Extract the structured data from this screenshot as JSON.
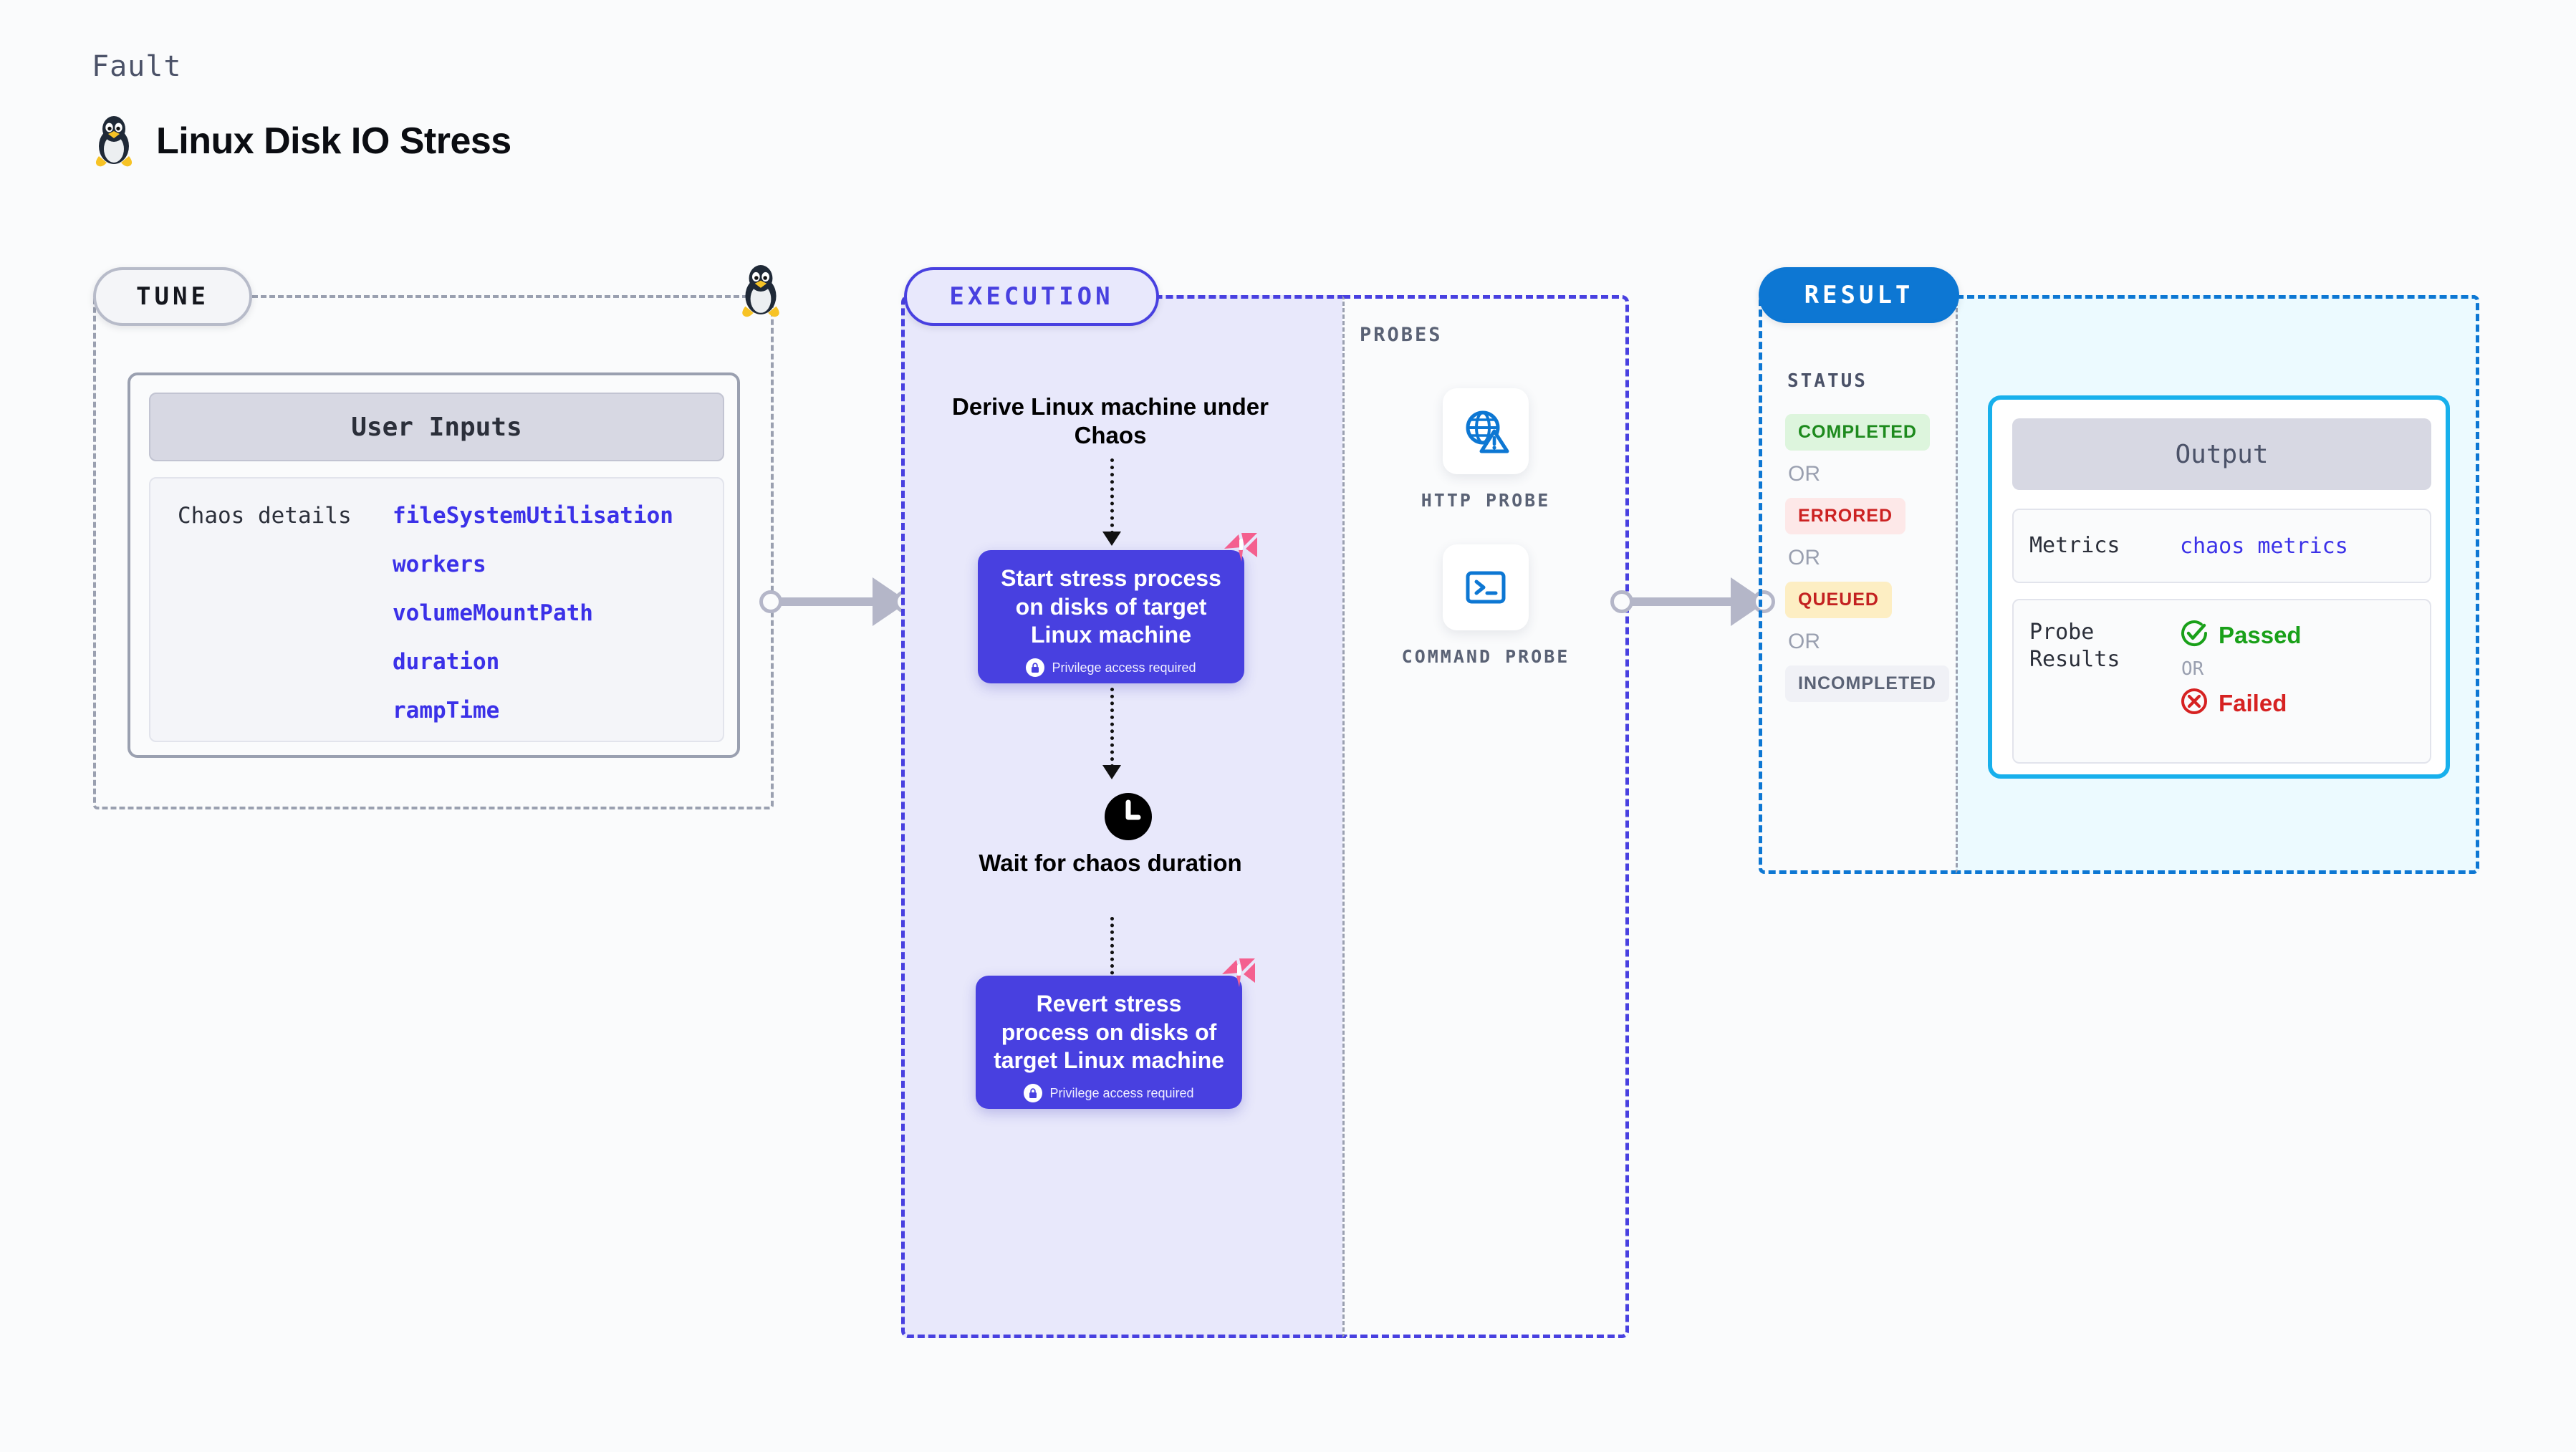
{
  "header": {
    "kicker": "Fault",
    "title": "Linux Disk IO Stress",
    "icon": "linux-tux-icon"
  },
  "tune": {
    "pill_label": "TUNE",
    "card_title": "User Inputs",
    "row_key": "Chaos details",
    "values": [
      "fileSystemUtilisation",
      "workers",
      "volumeMountPath",
      "duration",
      "rampTime"
    ]
  },
  "execution": {
    "pill_label": "EXECUTION",
    "derive_step": "Derive Linux machine under Chaos",
    "start_step": {
      "text": "Start stress process on disks of target Linux machine",
      "privilege_note": "Privilege access required",
      "badge": "litmus-logo-icon"
    },
    "wait_step": {
      "icon": "clock-icon",
      "text": "Wait for chaos duration"
    },
    "revert_step": {
      "text": "Revert stress process on disks of target Linux machine",
      "privilege_note": "Privilege access required",
      "badge": "litmus-logo-icon"
    }
  },
  "probes": {
    "label": "PROBES",
    "items": [
      {
        "icon": "globe-warning-icon",
        "label": "HTTP PROBE"
      },
      {
        "icon": "terminal-icon",
        "label": "COMMAND PROBE"
      }
    ]
  },
  "result": {
    "pill_label": "RESULT",
    "status_label": "STATUS",
    "or_label": "OR",
    "statuses": [
      {
        "label": "COMPLETED",
        "bg": "#ddf5dd",
        "fg": "#1d8a1d"
      },
      {
        "label": "ERRORED",
        "bg": "#fde8e8",
        "fg": "#cc2222"
      },
      {
        "label": "QUEUED",
        "bg": "#fdeec3",
        "fg": "#c32121"
      },
      {
        "label": "INCOMPLETED",
        "bg": "#f0f1f6",
        "fg": "#5a6275"
      }
    ],
    "output": {
      "title": "Output",
      "metrics_key": "Metrics",
      "metrics_value": "chaos metrics",
      "probe_key": "Probe Results",
      "passed_label": "Passed",
      "failed_label": "Failed",
      "or_label": "OR"
    }
  },
  "colors": {
    "accent_purple": "#4840e0",
    "accent_blue": "#0d77d3",
    "accent_cyan": "#18b0ec",
    "accent_pink": "#f4608f",
    "muted": "#9aa0b0"
  }
}
